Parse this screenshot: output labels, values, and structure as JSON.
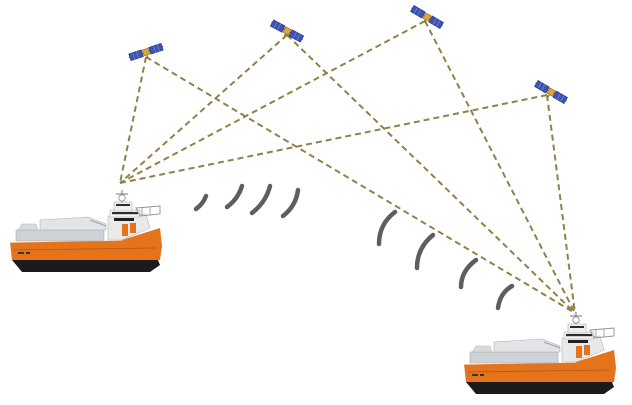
{
  "diagram": {
    "satellites": [
      "satellite-1",
      "satellite-2",
      "satellite-3",
      "satellite-4"
    ],
    "ships": [
      "ship-left",
      "ship-right"
    ],
    "colors": {
      "signal_line": "#8f8148",
      "radio_wave": "#5e5e5e",
      "hull_orange": "#e4731c",
      "hull_black": "#1b1b1b",
      "superstructure": "#e9e9ea",
      "deck_grey": "#cfd2d6",
      "solar_panel": "#3d54b5",
      "satellite_body": "#e0a834"
    }
  }
}
